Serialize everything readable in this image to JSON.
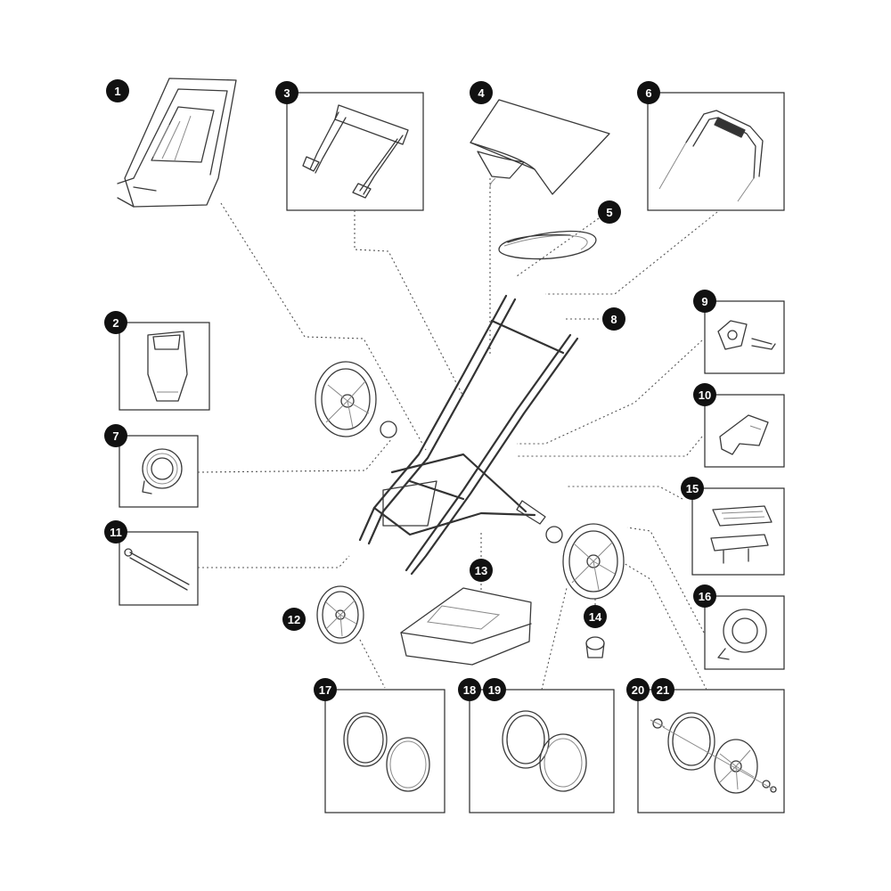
{
  "colors": {
    "line": "#333333",
    "badge": "#111111",
    "badge_text": "#ffffff",
    "background": "#ffffff"
  },
  "badges": [
    {
      "id": "1",
      "label": "1"
    },
    {
      "id": "2",
      "label": "2"
    },
    {
      "id": "3",
      "label": "3"
    },
    {
      "id": "4",
      "label": "4"
    },
    {
      "id": "5",
      "label": "5"
    },
    {
      "id": "6",
      "label": "6"
    },
    {
      "id": "7",
      "label": "7"
    },
    {
      "id": "8",
      "label": "8"
    },
    {
      "id": "9",
      "label": "9"
    },
    {
      "id": "10",
      "label": "10"
    },
    {
      "id": "11",
      "label": "11"
    },
    {
      "id": "12",
      "label": "12"
    },
    {
      "id": "13",
      "label": "13"
    },
    {
      "id": "14",
      "label": "14"
    },
    {
      "id": "15",
      "label": "15"
    },
    {
      "id": "16",
      "label": "16"
    },
    {
      "id": "17",
      "label": "17"
    },
    {
      "id": "18",
      "label": "18"
    },
    {
      "id": "19",
      "label": "19"
    },
    {
      "id": "20",
      "label": "20"
    },
    {
      "id": "21",
      "label": "21"
    }
  ]
}
